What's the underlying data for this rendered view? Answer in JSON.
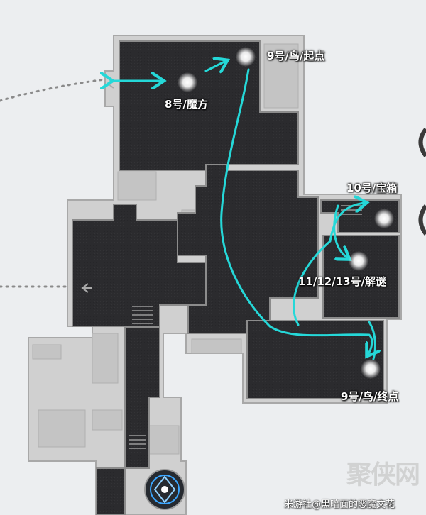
{
  "markers": {
    "m8": "8号/魔方",
    "m9_start": "9号/鸟/起点",
    "m10": "10号/宝箱",
    "m11_13": "11/12/13号/解谜",
    "m9_end": "9号/鸟/终点"
  },
  "watermark": {
    "credit": "米游社@黑暗面的恶魔文花",
    "site_logo": "聚侠网"
  },
  "icons": {
    "teleport": "teleport-anchor-icon",
    "arrow": "left-arrow-icon"
  },
  "colors": {
    "background": "#eceef0",
    "room_dark": "#2b2b2e",
    "room_outline": "#9a9a9a",
    "room_light": "#d6d6d6",
    "route": "#25d8d8",
    "marker_glow": "#ffffff",
    "teleport": "#3aa6ff"
  }
}
